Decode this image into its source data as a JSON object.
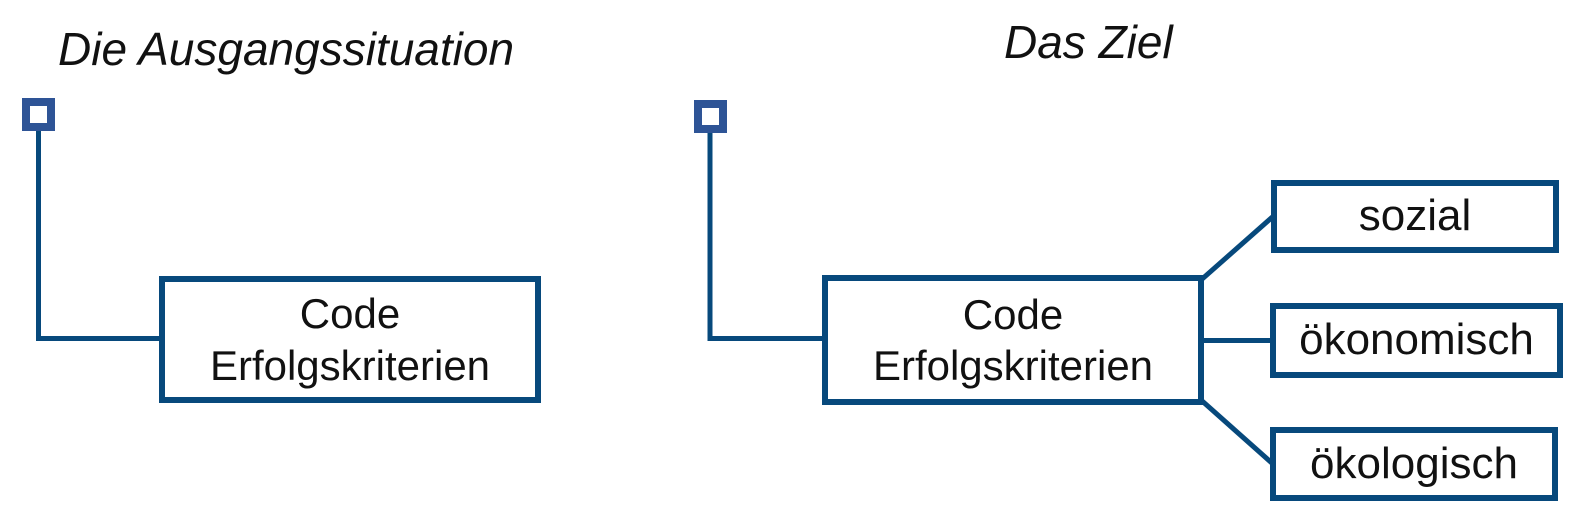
{
  "colors": {
    "line": "#07497C",
    "root-node": "#2E5496",
    "text": "#111111",
    "background": "#FFFFFF"
  },
  "left_diagram": {
    "title": "Die Ausgangssituation",
    "root_icon": "code-system-root-icon",
    "code_label": "Code Erfolgskriterien"
  },
  "right_diagram": {
    "title": "Das Ziel",
    "root_icon": "code-system-root-icon",
    "code_label": "Code Erfolgskriterien",
    "subcodes": [
      "sozial",
      "ökonomisch",
      "ökologisch"
    ]
  }
}
